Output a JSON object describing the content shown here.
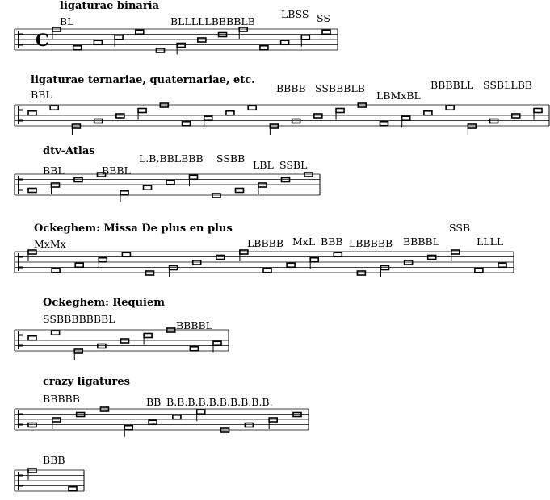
{
  "systems": [
    {
      "title": "ligaturae binaria",
      "labels": [
        "BL",
        "BLLLLLBBBBLB",
        "LBSS",
        "SS"
      ],
      "time_signature": "C"
    },
    {
      "title": "ligaturae ternariae, quaternariae, etc.",
      "labels": [
        "BBL",
        "BBBB",
        "SSBBBLB",
        "LBMxBL",
        "BBBBLL",
        "SSBLLBB"
      ]
    },
    {
      "title": "dtv-Atlas",
      "labels": [
        "BBL",
        "BBBL",
        "L.B.BBLBBB",
        "SSBB",
        "LBL",
        "SSBL"
      ]
    },
    {
      "title": "Ockeghem: Missa De plus en plus",
      "labels": [
        "MxMx",
        "LBBBB",
        "MxL",
        "BBB",
        "LBBBBB",
        "BBBBL",
        "SSB",
        "LLLL"
      ]
    },
    {
      "title": "Ockeghem: Requiem",
      "labels": [
        "SSBBBBBBBL",
        "BBBBL"
      ]
    },
    {
      "title": "crazy ligatures",
      "labels": [
        "BBBBB",
        "BB",
        "B.B.B.B.B.B.B.B.B.B."
      ]
    },
    {
      "title": "",
      "labels": [
        "BBB"
      ]
    }
  ]
}
